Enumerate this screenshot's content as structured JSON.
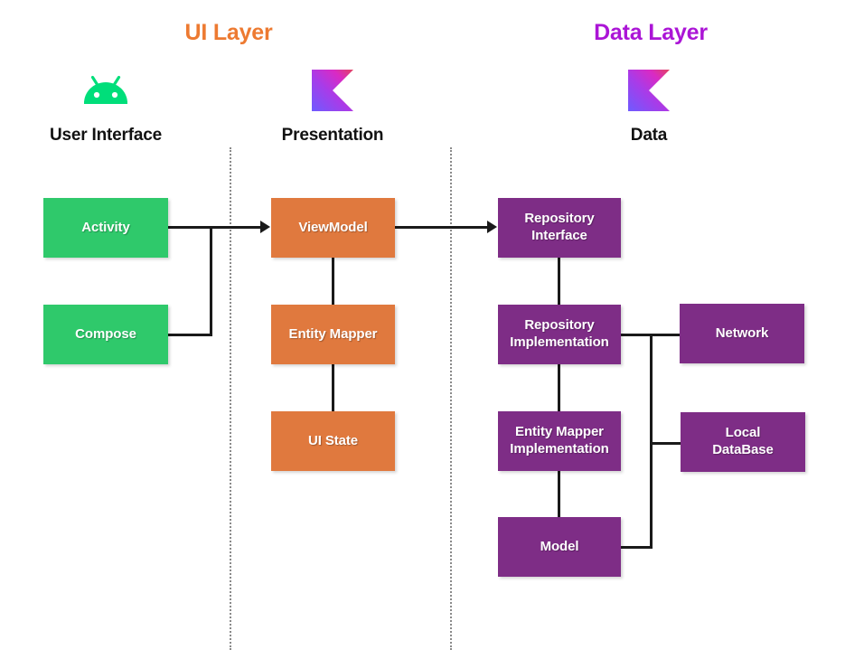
{
  "titles": {
    "ui_layer": "UI Layer",
    "data_layer": "Data Layer"
  },
  "columns": [
    {
      "key": "user_interface",
      "label": "User Interface",
      "icon": "android-logo-icon"
    },
    {
      "key": "presentation",
      "label": "Presentation",
      "icon": "kotlin-logo-icon"
    },
    {
      "key": "data",
      "label": "Data",
      "icon": "kotlin-logo-icon"
    }
  ],
  "boxes": {
    "activity": "Activity",
    "compose": "Compose",
    "viewmodel": "ViewModel",
    "entity_mapper": "Entity Mapper",
    "ui_state": "UI State",
    "repository_interface_line1": "Repository",
    "repository_interface_line2": "Interface",
    "repository_impl_line1": "Repository",
    "repository_impl_line2": "Implementation",
    "entity_mapper_impl_line1": "Entity Mapper",
    "entity_mapper_impl_line2": "Implementation",
    "model": "Model",
    "network": "Network",
    "local_database_line1": "Local",
    "local_database_line2": "DataBase"
  },
  "colors": {
    "ui_layer_title": "#ED7A31",
    "data_layer_title": "#AB15D6",
    "ui_box": "#2FC96B",
    "presentation_box": "#E0793E",
    "data_box": "#7E2D86",
    "connector": "#1A1A1A",
    "divider": "#8A8A8A",
    "android_green": "#00DE7A",
    "kotlin_gradient_start": "#7F52FF",
    "kotlin_gradient_end": "#E24462"
  }
}
